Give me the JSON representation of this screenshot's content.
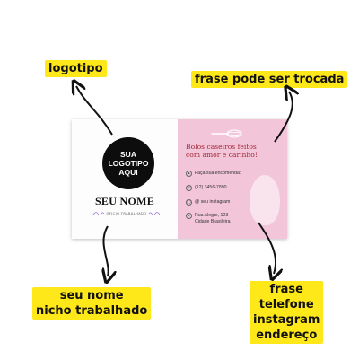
{
  "callouts": {
    "logotipo": "logotipo",
    "frase": "frase pode ser trocada",
    "nome": [
      "seu nome",
      "nicho trabalhado"
    ],
    "info": [
      "frase",
      "telefone",
      "instagram",
      "endereço"
    ]
  },
  "card": {
    "logo_lines": [
      "SUA",
      "LOGOTIPO",
      "AQUI"
    ],
    "name": "SEU NOME",
    "niche": "OFICIO TRABALHADO",
    "phrase_lines": [
      "Bolos caseiros feitos",
      "com amor e carinho!"
    ],
    "order": "Faça sua encomenda:",
    "phone": "(12) 3456-7890",
    "instagram": "@ seu instagram",
    "address_lines": [
      "Rua Alegre, 123",
      "Cidade Brasileira"
    ]
  },
  "colors": {
    "callout_bg": "#ffe81a",
    "card_pink": "#f2c6d8",
    "phrase_red": "#a3283a",
    "swirl_purple": "#9a6fd1"
  },
  "icons": [
    "cart-icon",
    "phone-icon",
    "instagram-icon",
    "location-icon",
    "whisk-icon"
  ]
}
